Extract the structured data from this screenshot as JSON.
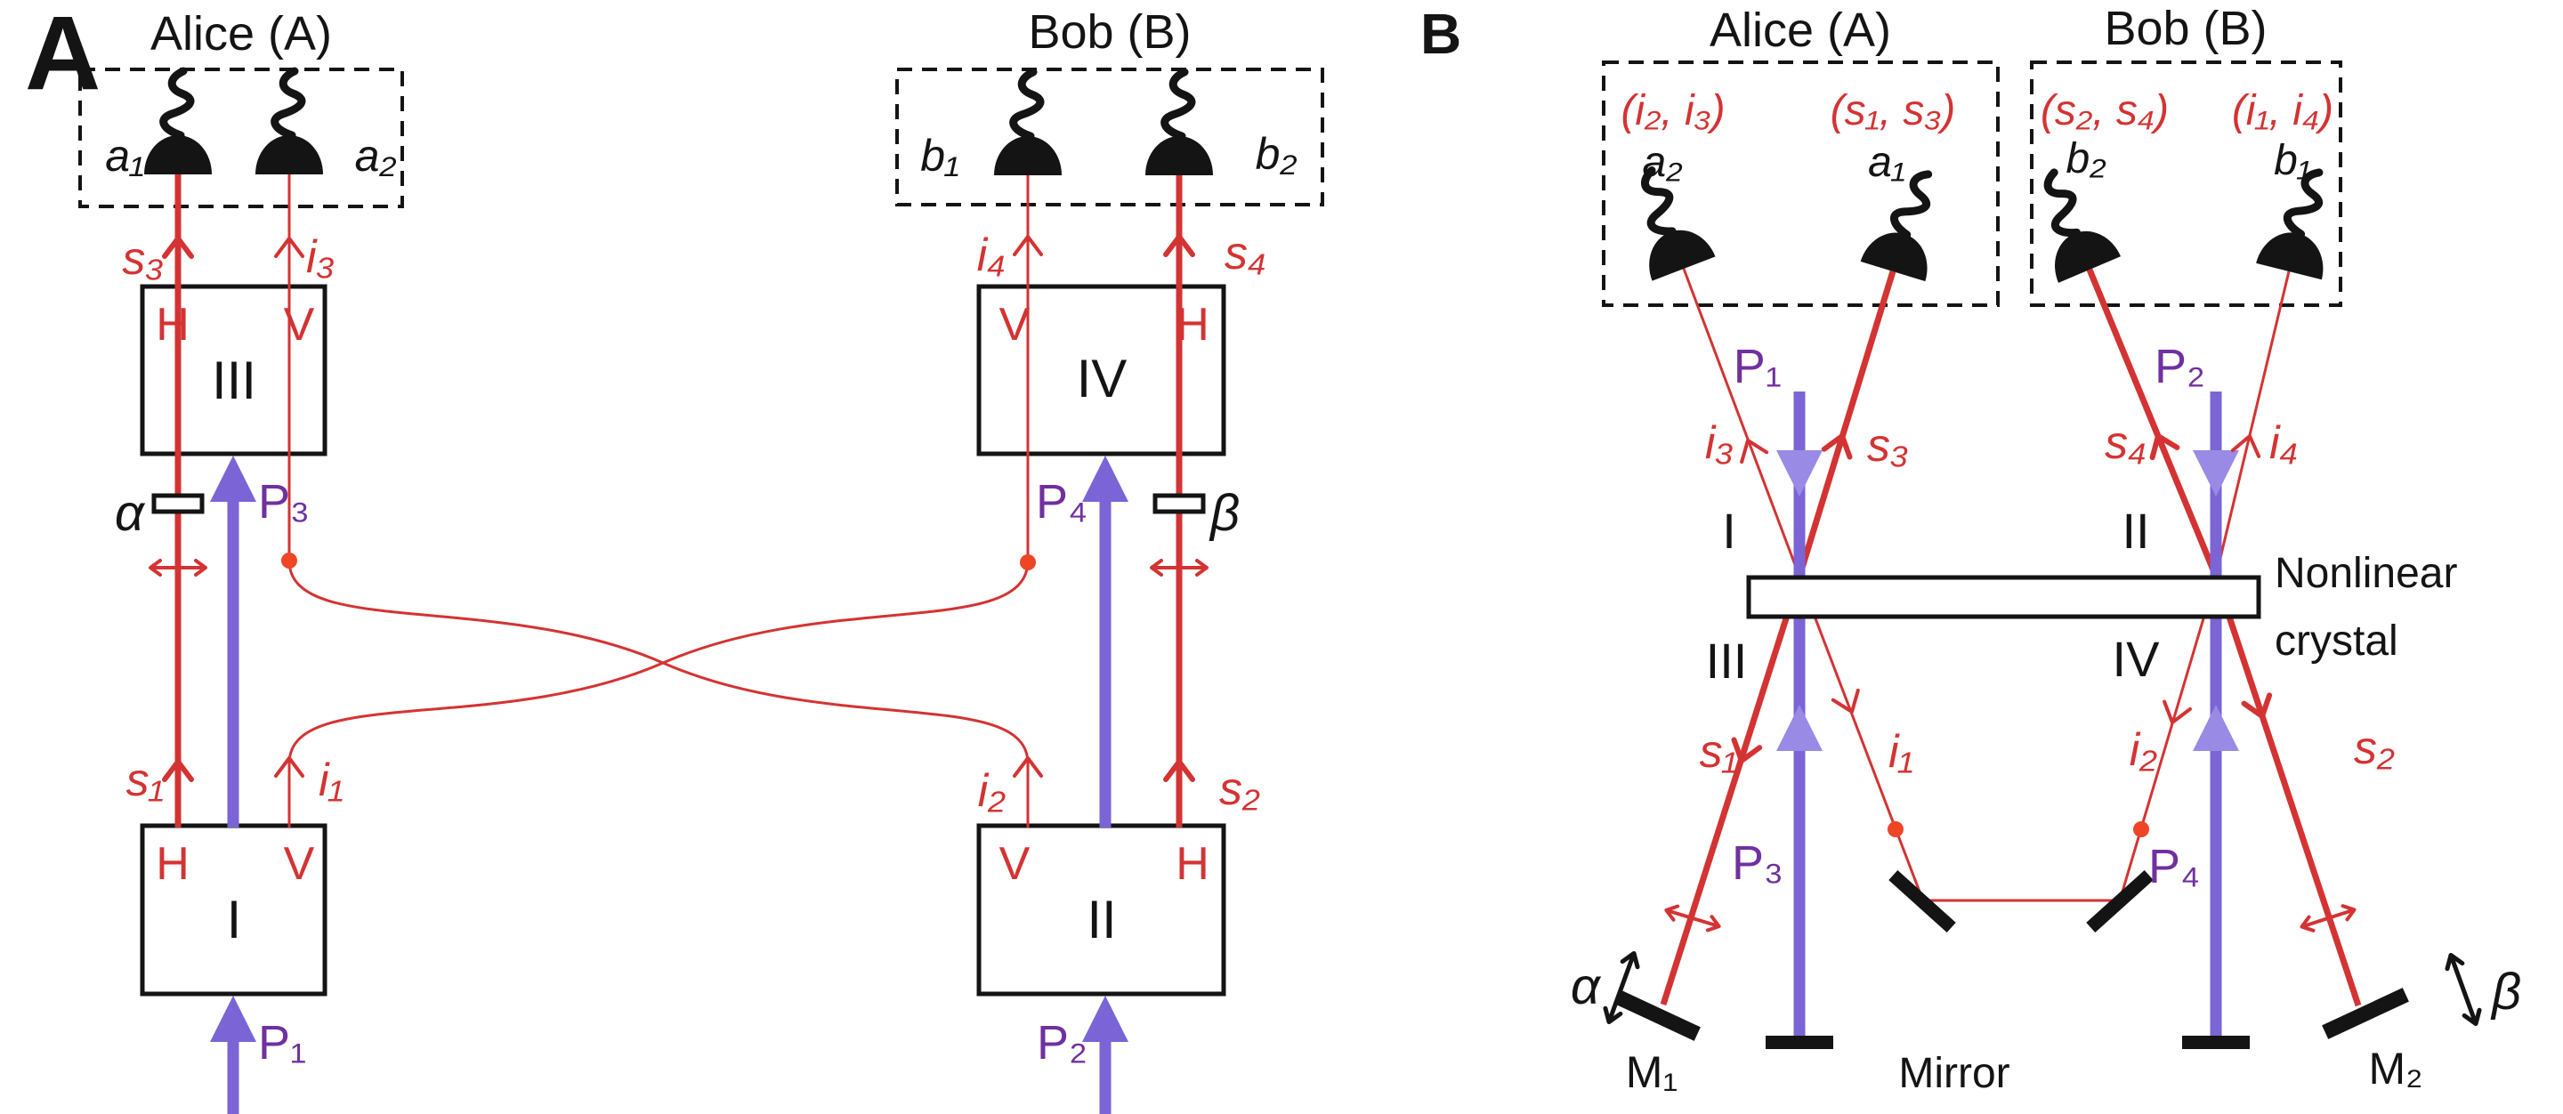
{
  "colors": {
    "beam_red": "#d43333",
    "dot_red": "#ee4527",
    "pump_purple": "#7a64d6",
    "pump_light": "#998ae6",
    "pump_label_purple": "#7030a0",
    "ink": "#141414"
  },
  "panel_a": {
    "tag": "A",
    "alice_title": "Alice (A)",
    "bob_title": "Bob (B)",
    "detectors": {
      "a1": "a₁",
      "a2": "a₂",
      "b1": "b₁",
      "b2": "b₂"
    },
    "beams": {
      "s3": "s₃",
      "i3": "i₃",
      "i4": "i₄",
      "s4": "s₄",
      "s1": "s₁",
      "i1": "i₁",
      "i2": "i₂",
      "s2": "s₂"
    },
    "ports": {
      "h": "H",
      "v": "V"
    },
    "crystals": {
      "i": "I",
      "ii": "II",
      "iii": "III",
      "iv": "IV"
    },
    "pumps": {
      "p1": "P₁",
      "p2": "P₂",
      "p3": "P₃",
      "p4": "P₄"
    },
    "waveplates": {
      "alpha": "α",
      "beta": "β"
    }
  },
  "panel_b": {
    "tag": "B",
    "alice_title": "Alice (A)",
    "bob_title": "Bob (B)",
    "mode_groups": {
      "a2": "(i₂, i₃)",
      "a1": "(s₁, s₃)",
      "b2": "(s₂, s₄)",
      "b1": "(i₁, i₄)"
    },
    "detectors": {
      "a2": "a₂",
      "a1": "a₁",
      "b2": "b₂",
      "b1": "b₁"
    },
    "beams": {
      "i3": "i₃",
      "s3": "s₃",
      "s4": "s₄",
      "i4": "i₄",
      "s1": "s₁",
      "i1": "i₁",
      "i2": "i₂",
      "s2": "s₂"
    },
    "pumps": {
      "p1": "P₁",
      "p2": "P₂",
      "p3": "P₃",
      "p4": "P₄"
    },
    "regions": {
      "i": "I",
      "ii": "II",
      "iii": "III",
      "iv": "IV"
    },
    "crystal_label_line1": "Nonlinear",
    "crystal_label_line2": "crystal",
    "mirrors": {
      "m1": "M₁",
      "m2": "M₂",
      "flat": "Mirror"
    },
    "waveplates": {
      "alpha": "α",
      "beta": "β"
    }
  }
}
